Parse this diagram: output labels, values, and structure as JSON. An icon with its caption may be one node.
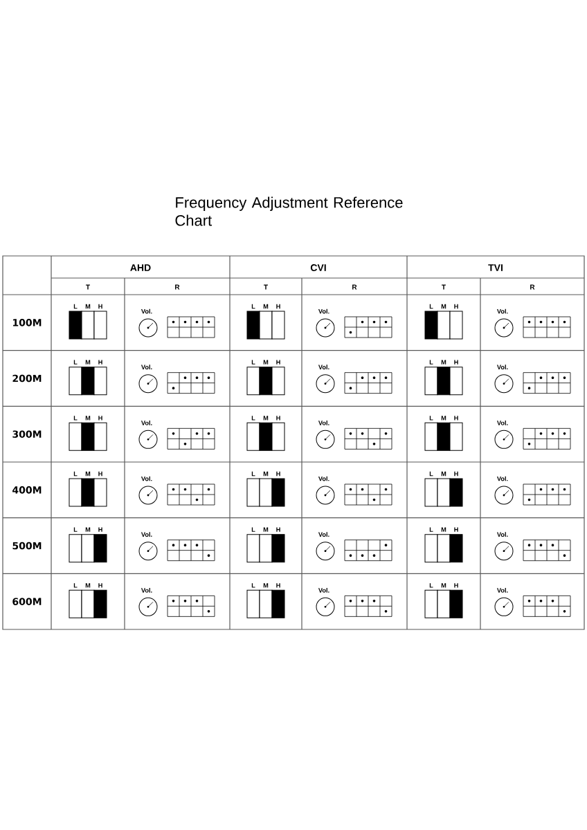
{
  "diagram": {
    "title": "Frequency Adjustment Reference Chart",
    "labels": [
      "AHD",
      "CVI",
      "TVI",
      "T",
      "R",
      "T",
      "R",
      "T",
      "R",
      "100M",
      "L",
      "M",
      "H",
      "Vol.",
      "L",
      "M",
      "H",
      "Vol.",
      "L",
      "M",
      "H",
      "Vol.",
      "200M",
      "L",
      "M",
      "H",
      "Vol.",
      "L",
      "M",
      "H",
      "Vol.",
      "L",
      "M",
      "H",
      "Vol.",
      "300M",
      "L",
      "M",
      "H",
      "Vol.",
      "L",
      "M",
      "H",
      "Vol.",
      "L",
      "M",
      "H",
      "Vol.",
      "400M",
      "L",
      "M",
      "H",
      "Vol.",
      "L",
      "M",
      "H",
      "Vol.",
      "L",
      "M",
      "H",
      "Vol.",
      "500M",
      "L",
      "M",
      "H",
      "Vol.",
      "L",
      "M",
      "H",
      "Vol.",
      "L",
      "M",
      "H",
      "Vol.",
      "600M",
      "L",
      "M",
      "H",
      "Vol.",
      "L",
      "M",
      "H",
      "Vol.",
      "L",
      "M",
      "H",
      "Vol."
    ]
  }
}
